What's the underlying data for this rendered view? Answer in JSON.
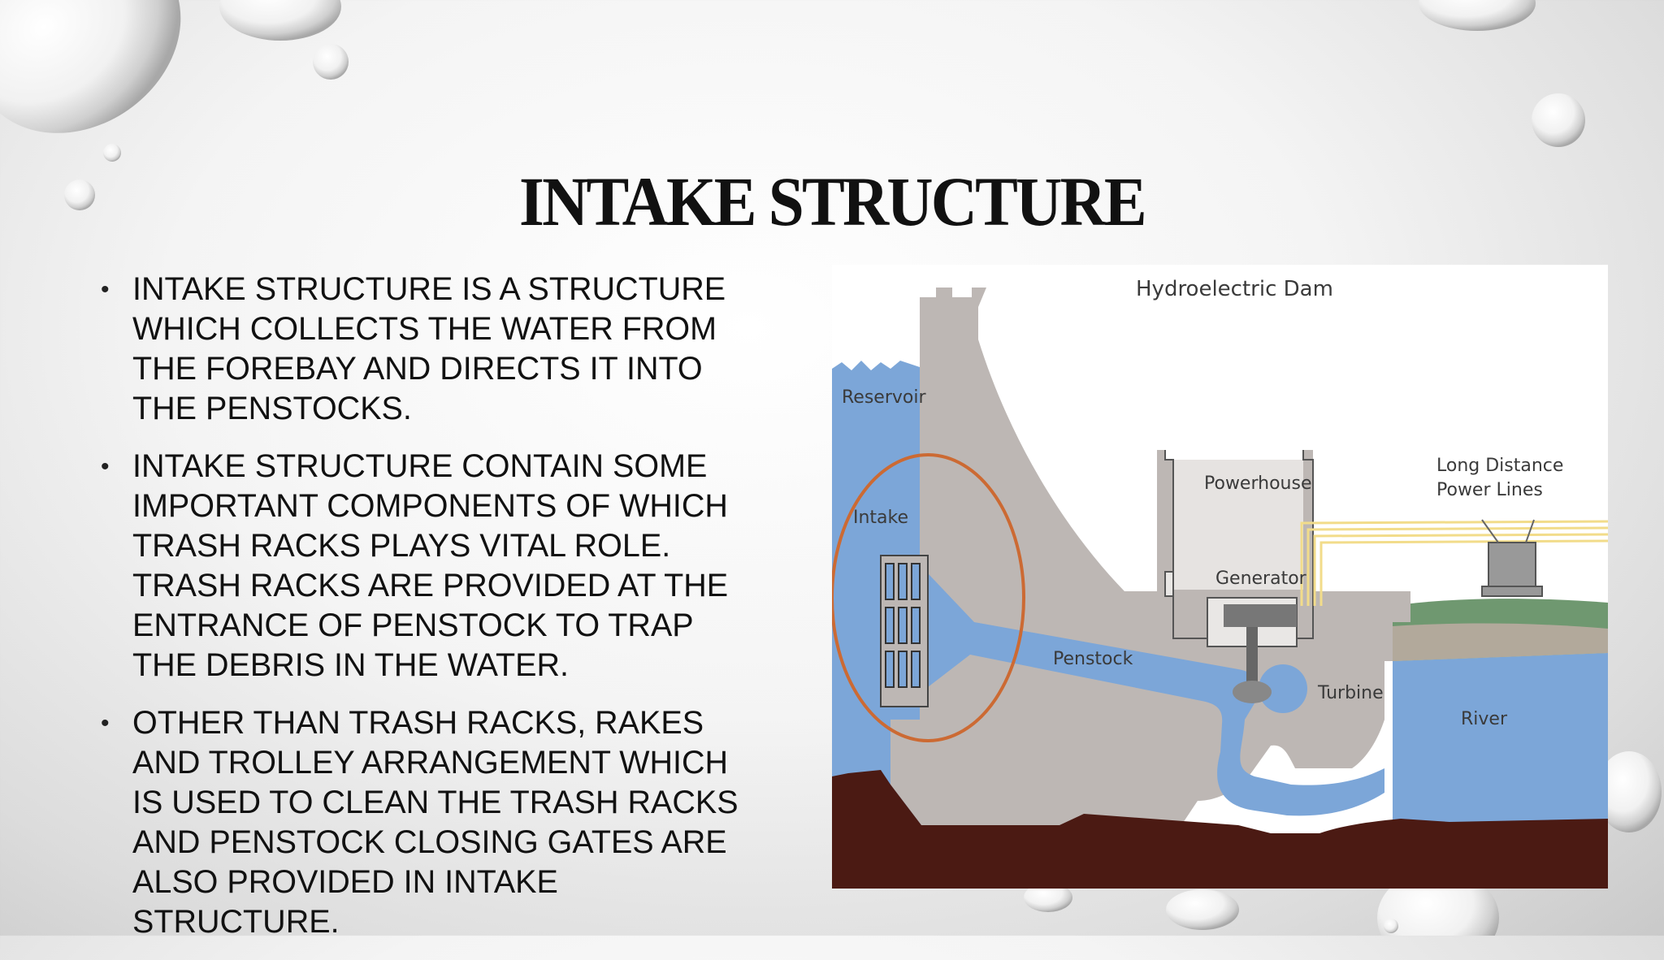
{
  "slide": {
    "title": "INTAKE STRUCTURE",
    "bullets": [
      "INTAKE STRUCTURE IS A STRUCTURE WHICH COLLECTS THE WATER FROM THE FOREBAY AND DIRECTS IT INTO THE PENSTOCKS.",
      "INTAKE STRUCTURE CONTAIN SOME IMPORTANT COMPONENTS OF WHICH TRASH RACKS PLAYS VITAL ROLE. TRASH RACKS ARE PROVIDED AT THE ENTRANCE OF PENSTOCK TO TRAP THE DEBRIS IN THE WATER.",
      "OTHER THAN TRASH RACKS, RAKES AND TROLLEY ARRANGEMENT WHICH IS USED TO CLEAN THE TRASH RACKS AND PENSTOCK CLOSING GATES ARE ALSO PROVIDED IN INTAKE STRUCTURE."
    ],
    "bullet_symbol": "•"
  },
  "diagram": {
    "title": "Hydroelectric Dam",
    "labels": {
      "reservoir": "Reservoir",
      "intake": "Intake",
      "powerhouse": "Powerhouse",
      "generator": "Generator",
      "penstock": "Penstock",
      "turbine": "Turbine",
      "river": "River",
      "power_lines_1": "Long Distance",
      "power_lines_2": "Power Lines"
    },
    "colors": {
      "water": "#7ca6d8",
      "concrete": "#bdb7b4",
      "ground": "#4b1a13",
      "highlight_ellipse": "#cc6a33",
      "power_lines": "#f2dc8a",
      "grass": "#6f9870"
    }
  }
}
